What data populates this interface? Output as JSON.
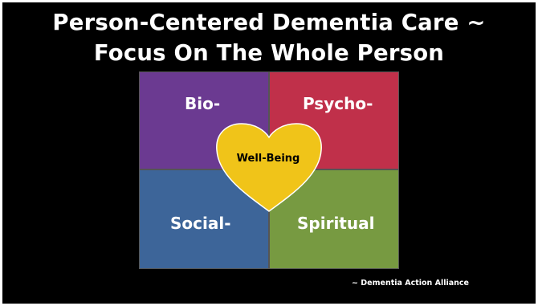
{
  "slide": {
    "title_line1": "Person-Centered Dementia Care ~",
    "title_line2": "Focus On The Whole Person",
    "quadrants": [
      {
        "label": "Bio-",
        "color": "#6b3a91"
      },
      {
        "label": "Psycho-",
        "color": "#c0304a"
      },
      {
        "label": "Social-",
        "color": "#3d6599"
      },
      {
        "label": "Spiritual",
        "color": "#779a41"
      }
    ],
    "center": {
      "label": "Well-Being",
      "color": "#f0c419"
    },
    "attribution": "~ Dementia Action Alliance"
  },
  "colors": {
    "background": "#000000",
    "text": "#ffffff",
    "frame": "#ffffff"
  }
}
